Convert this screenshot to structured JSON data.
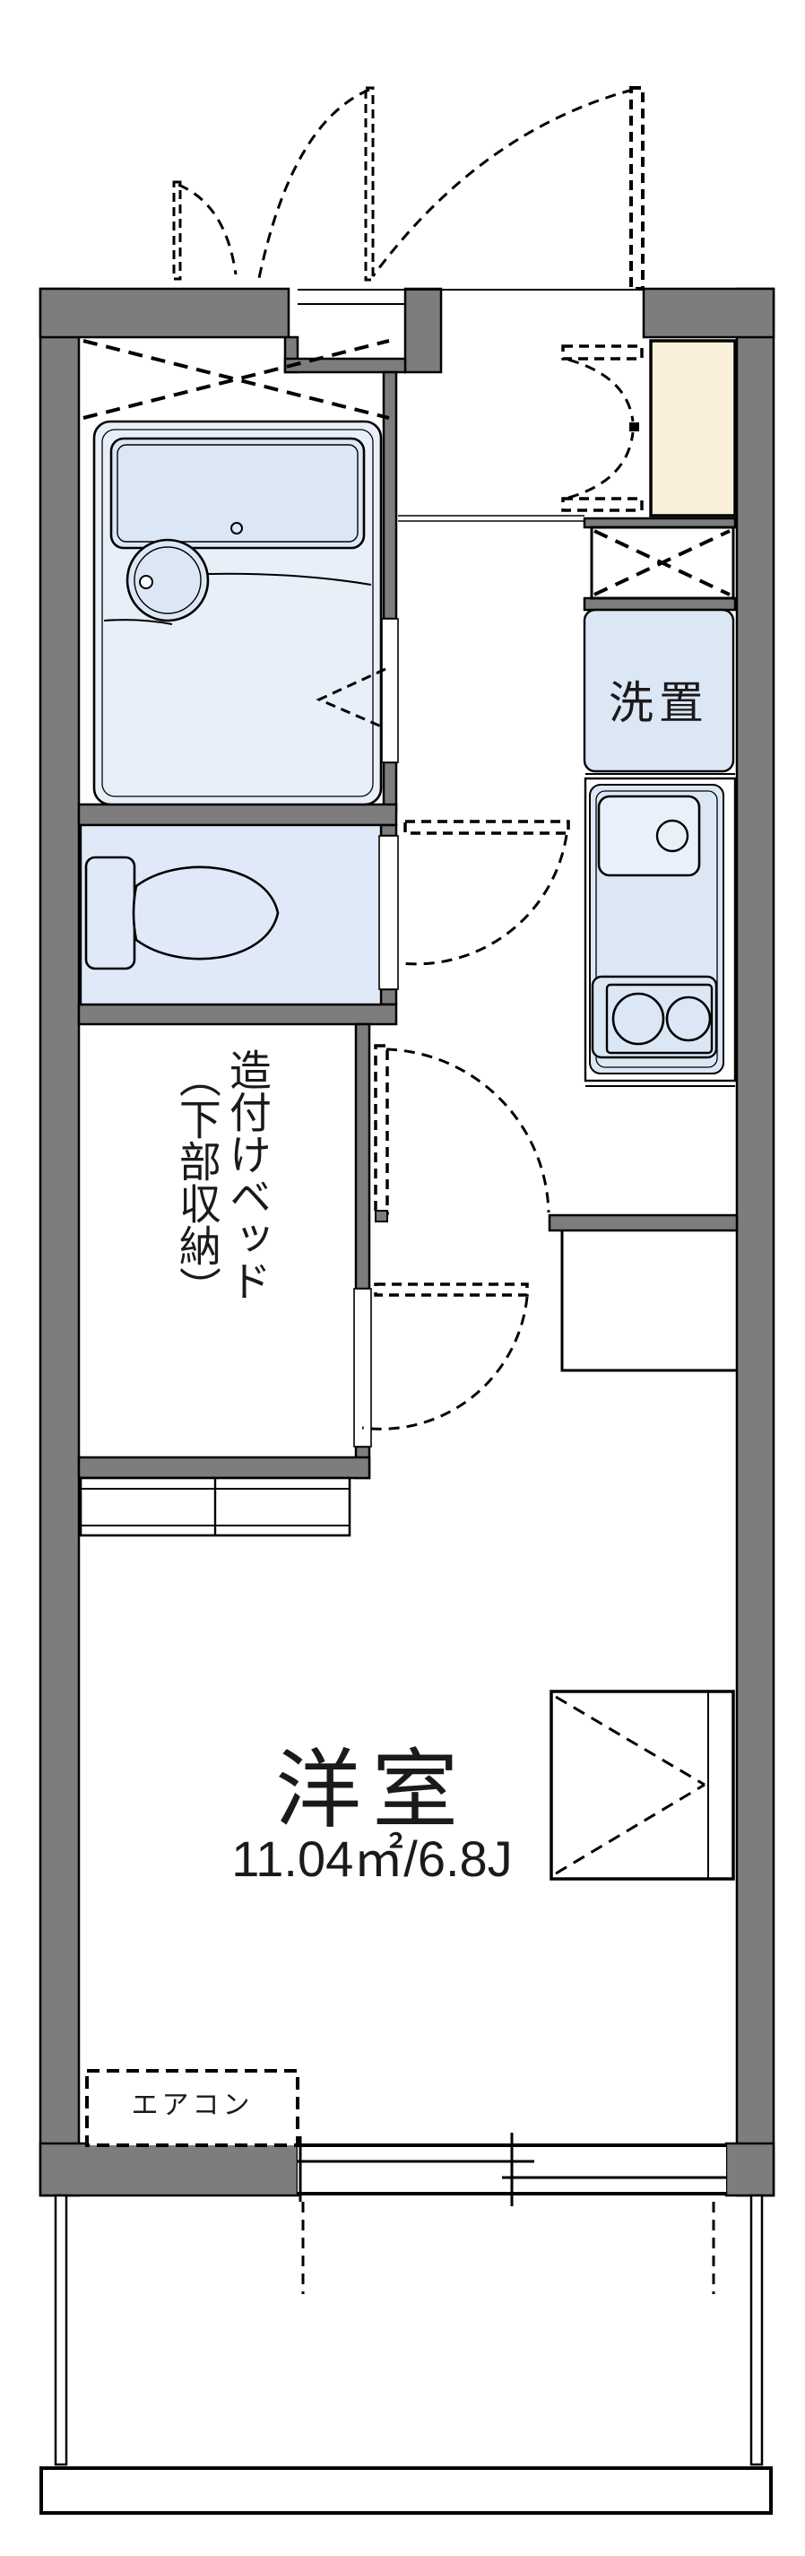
{
  "title": "apartment-floorplan",
  "labels": {
    "laundry": "洗置",
    "bed_col_right": "造付けベッド",
    "bed_col_left": "（下部収納）",
    "room": "洋室",
    "room_area": "11.04㎡/6.8J",
    "aircon": "エアコン"
  },
  "colors": {
    "wall_gray": "#7d7d7d",
    "fixture_blue": "#dce7f6",
    "bath_floor_blue": "#e9eff9",
    "toilet_floor_blue": "#dfe9f7",
    "entry_cream": "#faf0da",
    "line_black": "#000000",
    "background": "#ffffff"
  }
}
